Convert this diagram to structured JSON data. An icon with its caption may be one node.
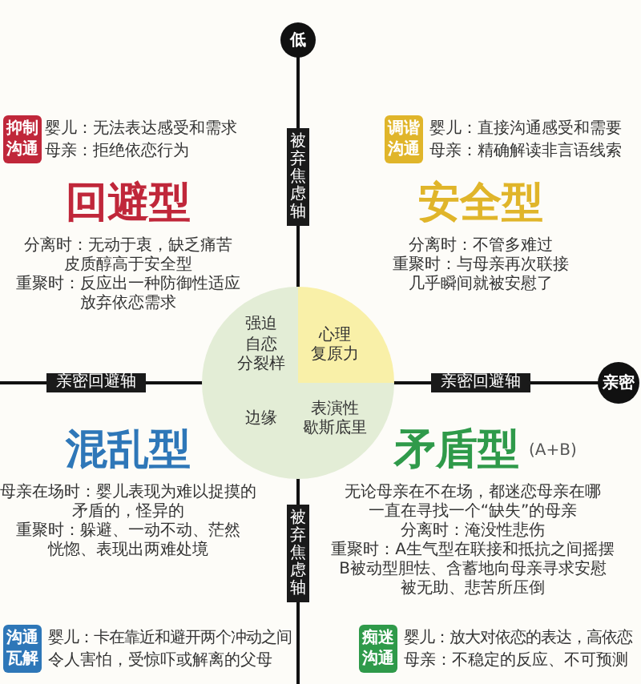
{
  "diagram": {
    "nodes": [
      {
        "text": [
          "抑制沟通"
        ]
      },
      {
        "text": [
          "调谐沟通"
        ]
      },
      {
        "text": [
          "沟通瓦解"
        ]
      },
      {
        "text": [
          "痴迷沟通"
        ]
      },
      {
        "text": [
          "强迫",
          "自恋",
          "分裂样"
        ]
      },
      {
        "text": [
          "心理",
          "复原力"
        ]
      },
      {
        "text": [
          "边缘"
        ]
      },
      {
        "text": [
          "表演性",
          "歇斯底里"
        ]
      }
    ],
    "labels": [
      "低",
      "婴儿：无法表达感受和需求",
      "母亲：拒绝依恋行为",
      "婴儿：直接沟通感受和需要",
      "母亲：精确解读非言语线索",
      "被弃焦虑轴",
      "回避型",
      "安全型",
      "分离时：无动于衷，缺乏痛苦",
      "皮质醇高于安全型",
      "分离时：不管多难过",
      "重聚时：反应出一种防御性适应",
      "重聚时：与母亲再次联接",
      "放弃依恋需求",
      "几乎瞬间就被安慰了",
      "亲密回避轴",
      "亲密回避轴",
      "亲密",
      "混乱型",
      "矛盾型",
      "(A+B)",
      "母亲在场时：婴儿表现为难以捉摸的",
      "矛盾的，怪异的",
      "重聚时：躲避、一动不动、茫然",
      "恍惚、表现出两难处境",
      "无论母亲在不在场，都迷恋母亲在哪",
      "一直在寻找一个“缺失”的母亲",
      "分离时：淹没性悲伤",
      "重聚时：A生气型在联接和抵抗之间摇摆",
      "B被动型胆怯、含蓄地向母亲寻求安慰",
      "被无助、悲苦所压倒",
      "被弃焦虑轴",
      "婴儿：卡在靠近和避开两个冲动之间",
      "令人害怕，受惊吓或解离的父母",
      "婴儿：放大对依恋的表达，高依恋",
      "母亲：不稳定的反应、不可预测"
    ]
  }
}
